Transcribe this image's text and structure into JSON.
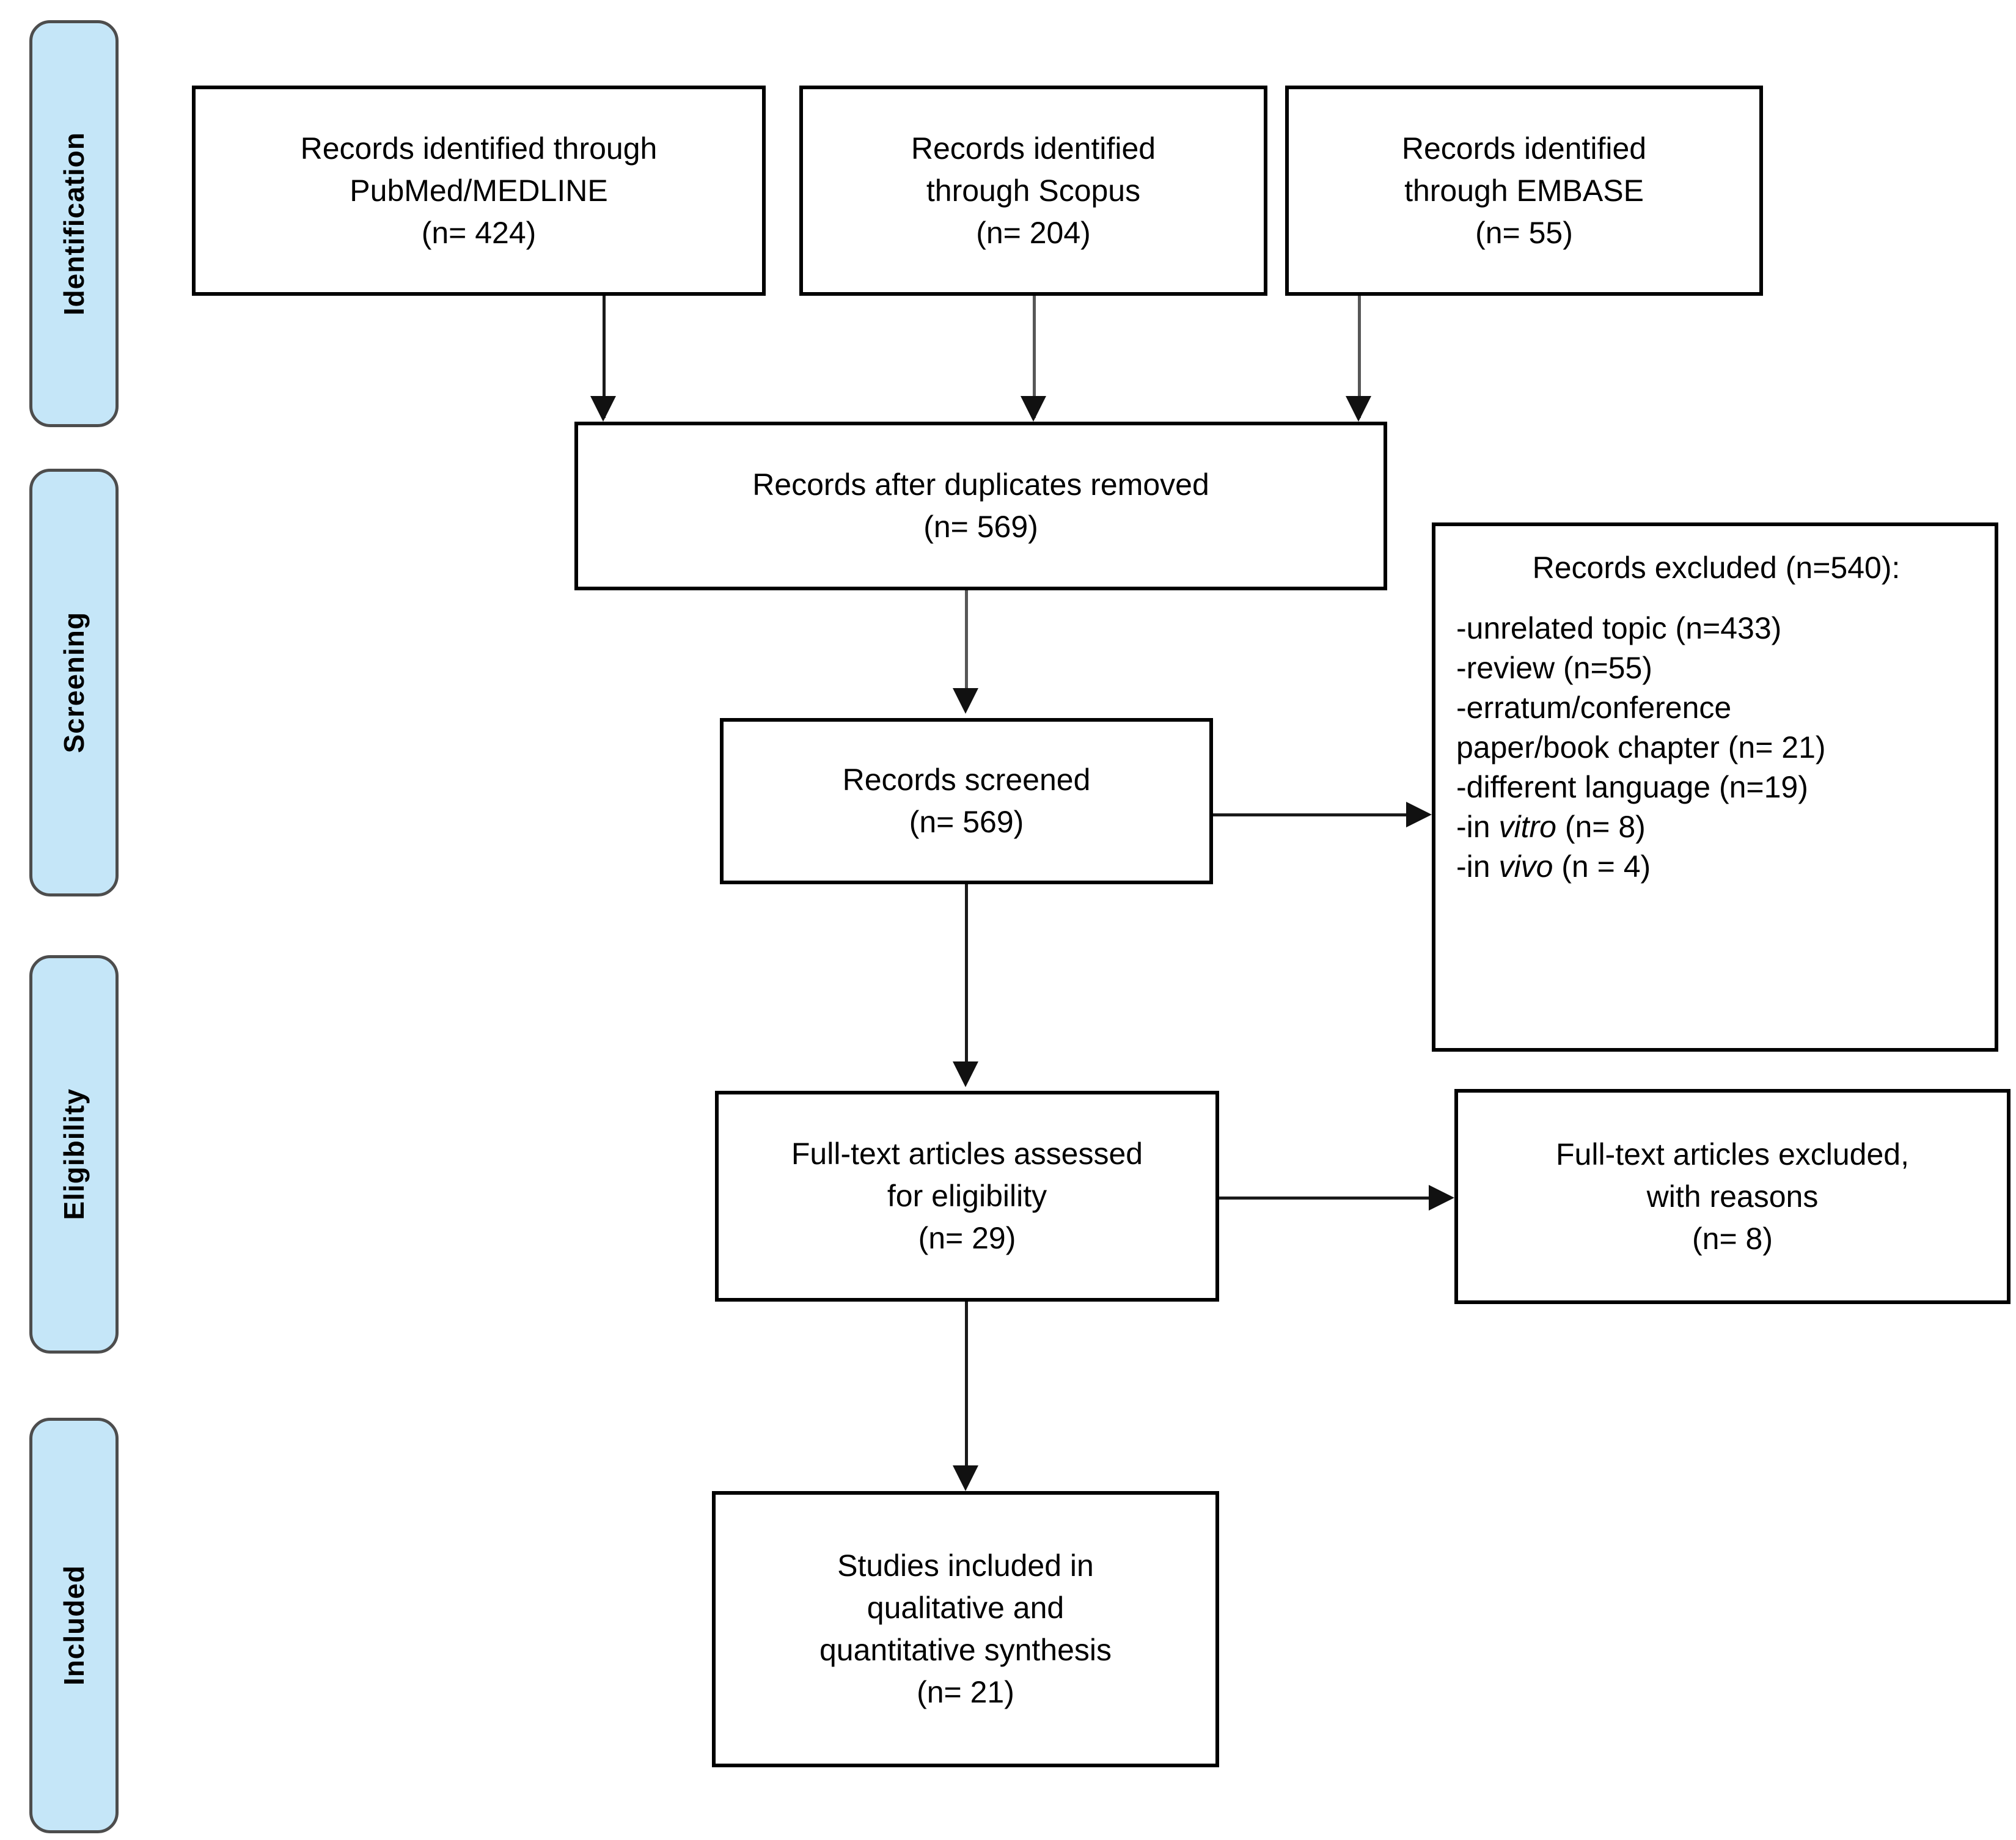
{
  "diagram": {
    "type": "prisma-flow-diagram",
    "phases": [
      {
        "label": "Identification"
      },
      {
        "label": "Screening"
      },
      {
        "label": "Eligibility"
      },
      {
        "label": "Included"
      }
    ],
    "colors": {
      "phase_tab_fill": "#c5e6f8",
      "phase_tab_border": "#4d4d4d",
      "box_border": "#000000",
      "connector": "#1a1a1a",
      "background": "#ffffff"
    },
    "boxes": {
      "source_pubmed": {
        "line1": "Records identified through",
        "line2": "PubMed/MEDLINE",
        "line3": "(n= 424)"
      },
      "source_scopus": {
        "line1": "Records identified",
        "line2": "through Scopus",
        "line3": "(n= 204)"
      },
      "source_embase": {
        "line1": "Records identified",
        "line2": "through EMBASE",
        "line3": "(n= 55)"
      },
      "duplicates_removed": {
        "line1": "Records after duplicates removed",
        "line2": "(n= 569)"
      },
      "records_screened": {
        "line1": "Records screened",
        "line2": "(n= 569)"
      },
      "records_excluded": {
        "title": "Records excluded (n=540):",
        "items": [
          {
            "prefix": "-unrelated topic (n=433)"
          },
          {
            "prefix": "-review (n=55)"
          },
          {
            "prefix": "-erratum/conference"
          },
          {
            "prefix": "paper/book chapter (n= 21)"
          },
          {
            "prefix": "-different language (n=19)"
          },
          {
            "prefix": "-in ",
            "italic": "vitro",
            "suffix": " (n= 8)"
          },
          {
            "prefix": "-in ",
            "italic": "vivo",
            "suffix": " (n = 4)"
          }
        ]
      },
      "fulltext_assessed": {
        "line1": "Full-text articles assessed",
        "line2": "for eligibility",
        "line3": "(n= 29)"
      },
      "fulltext_excluded": {
        "line1": "Full-text articles excluded,",
        "line2": "with reasons",
        "line3": "(n= 8)"
      },
      "studies_included": {
        "line1": "Studies included in",
        "line2": "qualitative and",
        "line3": "quantitative synthesis",
        "line4": "(n= 21)"
      }
    }
  }
}
